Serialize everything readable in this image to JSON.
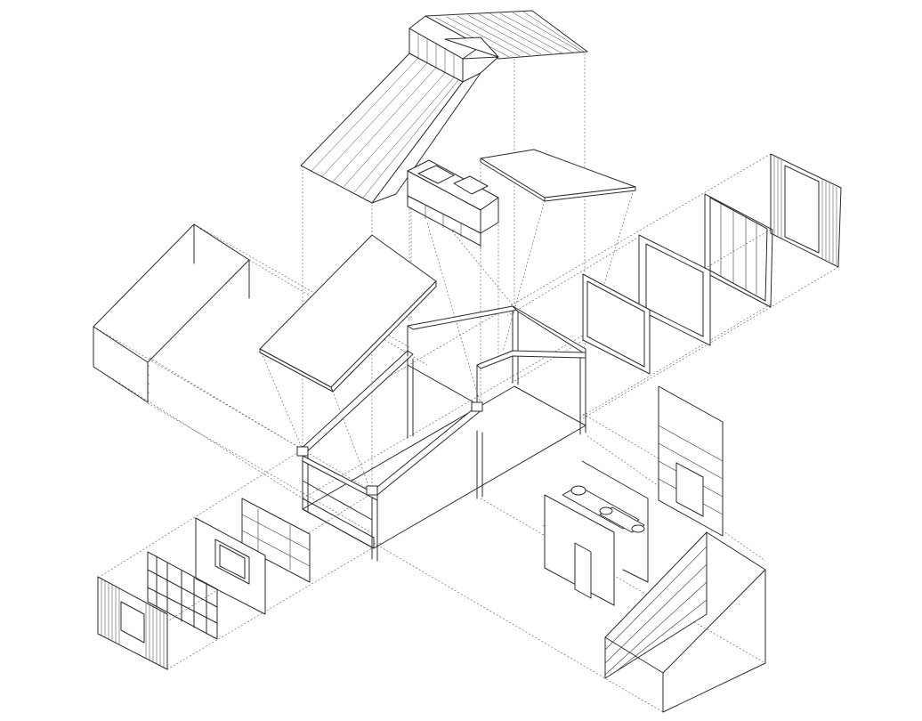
{
  "drawing": {
    "type": "exploded-axonometric",
    "colors": {
      "background": "#ffffff",
      "line": "#2b2b2b",
      "guide": "#555555"
    },
    "components": [
      "roof-ridge-panels",
      "roof-left-slope",
      "roof-right-plate",
      "clerestory-box",
      "left-roof-plate",
      "timber-frame",
      "left-wall-volume",
      "right-wall-volume",
      "front-left-wall-layers",
      "front-right-wall-layers",
      "back-right-wall-layers",
      "inner-partition",
      "pipes"
    ]
  }
}
